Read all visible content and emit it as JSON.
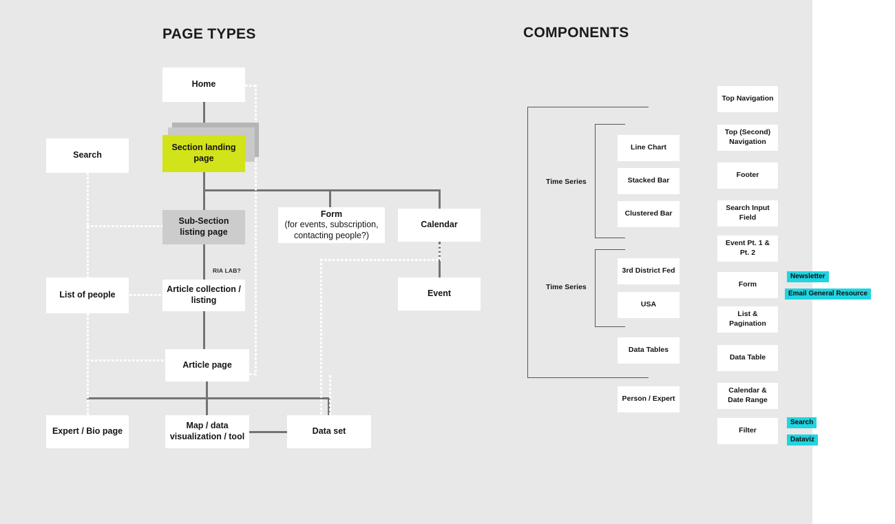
{
  "page": {
    "background": "#e8e8e8",
    "accent_lime": "#d2e319",
    "accent_cyan": "#20d4e0",
    "connector_grey": "#737373"
  },
  "headings": {
    "page_types": "PAGE TYPES",
    "components": "COMPONENTS"
  },
  "page_types": {
    "home": "Home",
    "search": "Search",
    "section_landing": "Section landing page",
    "sub_section": "Sub-Section listing page",
    "form_title": "Form",
    "form_note": "(for events, subscription, contacting people?)",
    "calendar": "Calendar",
    "event": "Event",
    "list_of_people": "List of people",
    "article_collection": "Article collection / listing",
    "ria_lab_note": "RIA LAB?",
    "article_page": "Article page",
    "expert_bio": "Expert / Bio page",
    "map_dataviz": "Map / data visualization / tool",
    "data_set": "Data set"
  },
  "components": {
    "group_labels": {
      "time_series_1": "Time Series",
      "time_series_2": "Time Series"
    },
    "chart_items_1": [
      "Line Chart",
      "Stacked Bar",
      "Clustered Bar"
    ],
    "chart_items_2": [
      "3rd District Fed",
      "USA"
    ],
    "data_tables": "Data Tables",
    "person_expert": "Person / Expert",
    "list": [
      "Top Navigation",
      "Top (Second) Navigation",
      "Footer",
      "Search Input Field",
      "Event Pt. 1 & Pt. 2",
      "Form",
      "List & Pagination",
      "Data Table",
      "Calendar & Date Range",
      "Filter"
    ],
    "tags": {
      "newsletter": "Newsletter",
      "email_general_resource": "Email General Resource",
      "search": "Search",
      "dataviz": "Dataviz"
    }
  }
}
